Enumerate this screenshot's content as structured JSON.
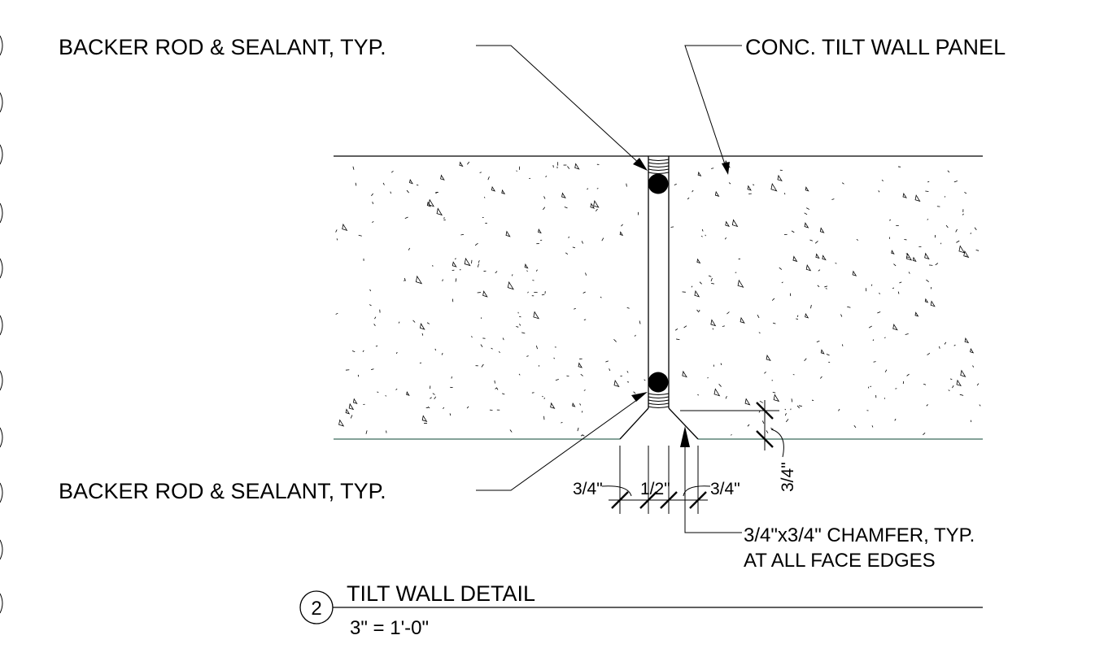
{
  "callouts": {
    "top_left": "BACKER ROD & SEALANT, TYP.",
    "top_right": "CONC. TILT WALL PANEL",
    "bottom_left": "BACKER ROD & SEALANT, TYP.",
    "chamfer_line1": "3/4\"x3/4\" CHAMFER, TYP.",
    "chamfer_line2": "AT ALL FACE EDGES"
  },
  "dimensions": {
    "left_chamfer": "3/4\"",
    "joint_width": "1/2\"",
    "right_chamfer": "3/4\"",
    "chamfer_depth": "3/4\""
  },
  "title_block": {
    "detail_number": "2",
    "title": "TILT WALL DETAIL",
    "scale": "3\" = 1'-0\""
  }
}
